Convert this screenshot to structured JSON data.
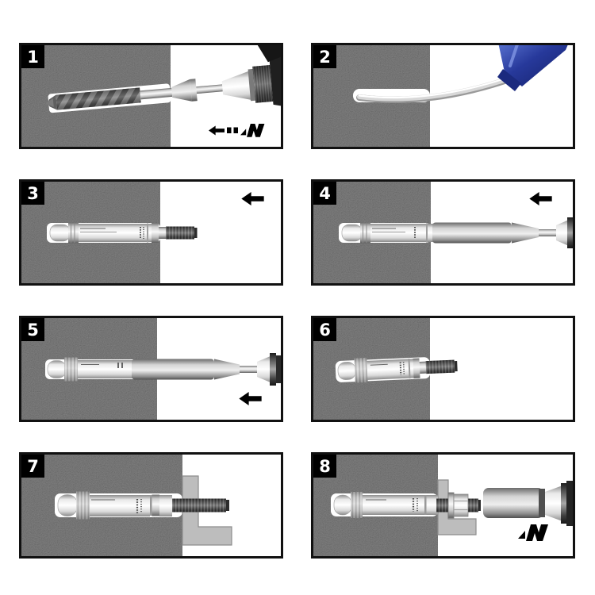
{
  "steps": [
    {
      "number": "1",
      "symbols": [
        "left-arrow",
        "hammer-action"
      ]
    },
    {
      "number": "2",
      "symbols": []
    },
    {
      "number": "3",
      "symbols": [
        "left-arrow"
      ]
    },
    {
      "number": "4",
      "symbols": [
        "left-arrow"
      ]
    },
    {
      "number": "5",
      "symbols": [
        "left-arrow"
      ]
    },
    {
      "number": "6",
      "symbols": []
    },
    {
      "number": "7",
      "symbols": []
    },
    {
      "number": "8",
      "symbols": [
        "hammer-action"
      ]
    }
  ],
  "colors": {
    "concrete": "#565656",
    "panel_border": "#111111",
    "badge_bg": "#000000",
    "badge_text": "#ffffff",
    "fixture_gray": "#bdbdbd",
    "blower_blue": "#27399b",
    "icon_black": "#000000"
  }
}
